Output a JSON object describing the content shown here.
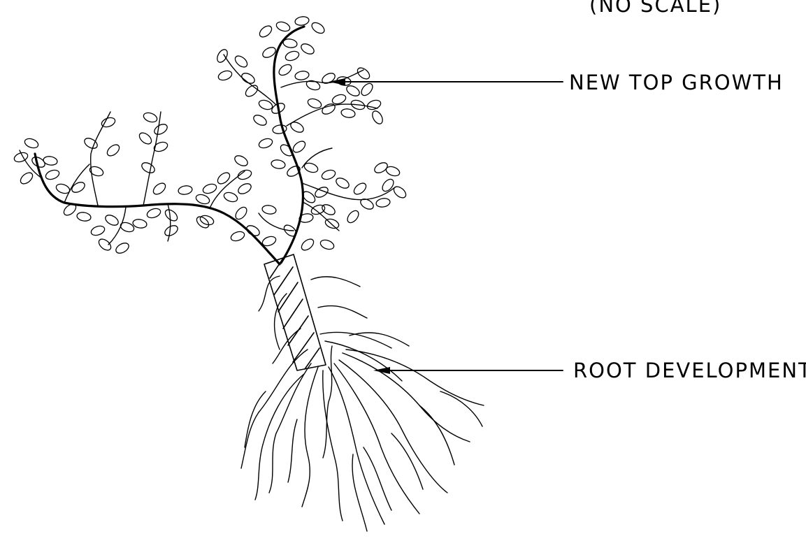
{
  "diagram": {
    "note": "(NO SCALE)",
    "labels": {
      "top_growth": "NEW TOP GROWTH",
      "root_development": "ROOT DEVELOPMENT"
    },
    "colors": {
      "ink": "#000000",
      "background": "#ffffff"
    }
  }
}
